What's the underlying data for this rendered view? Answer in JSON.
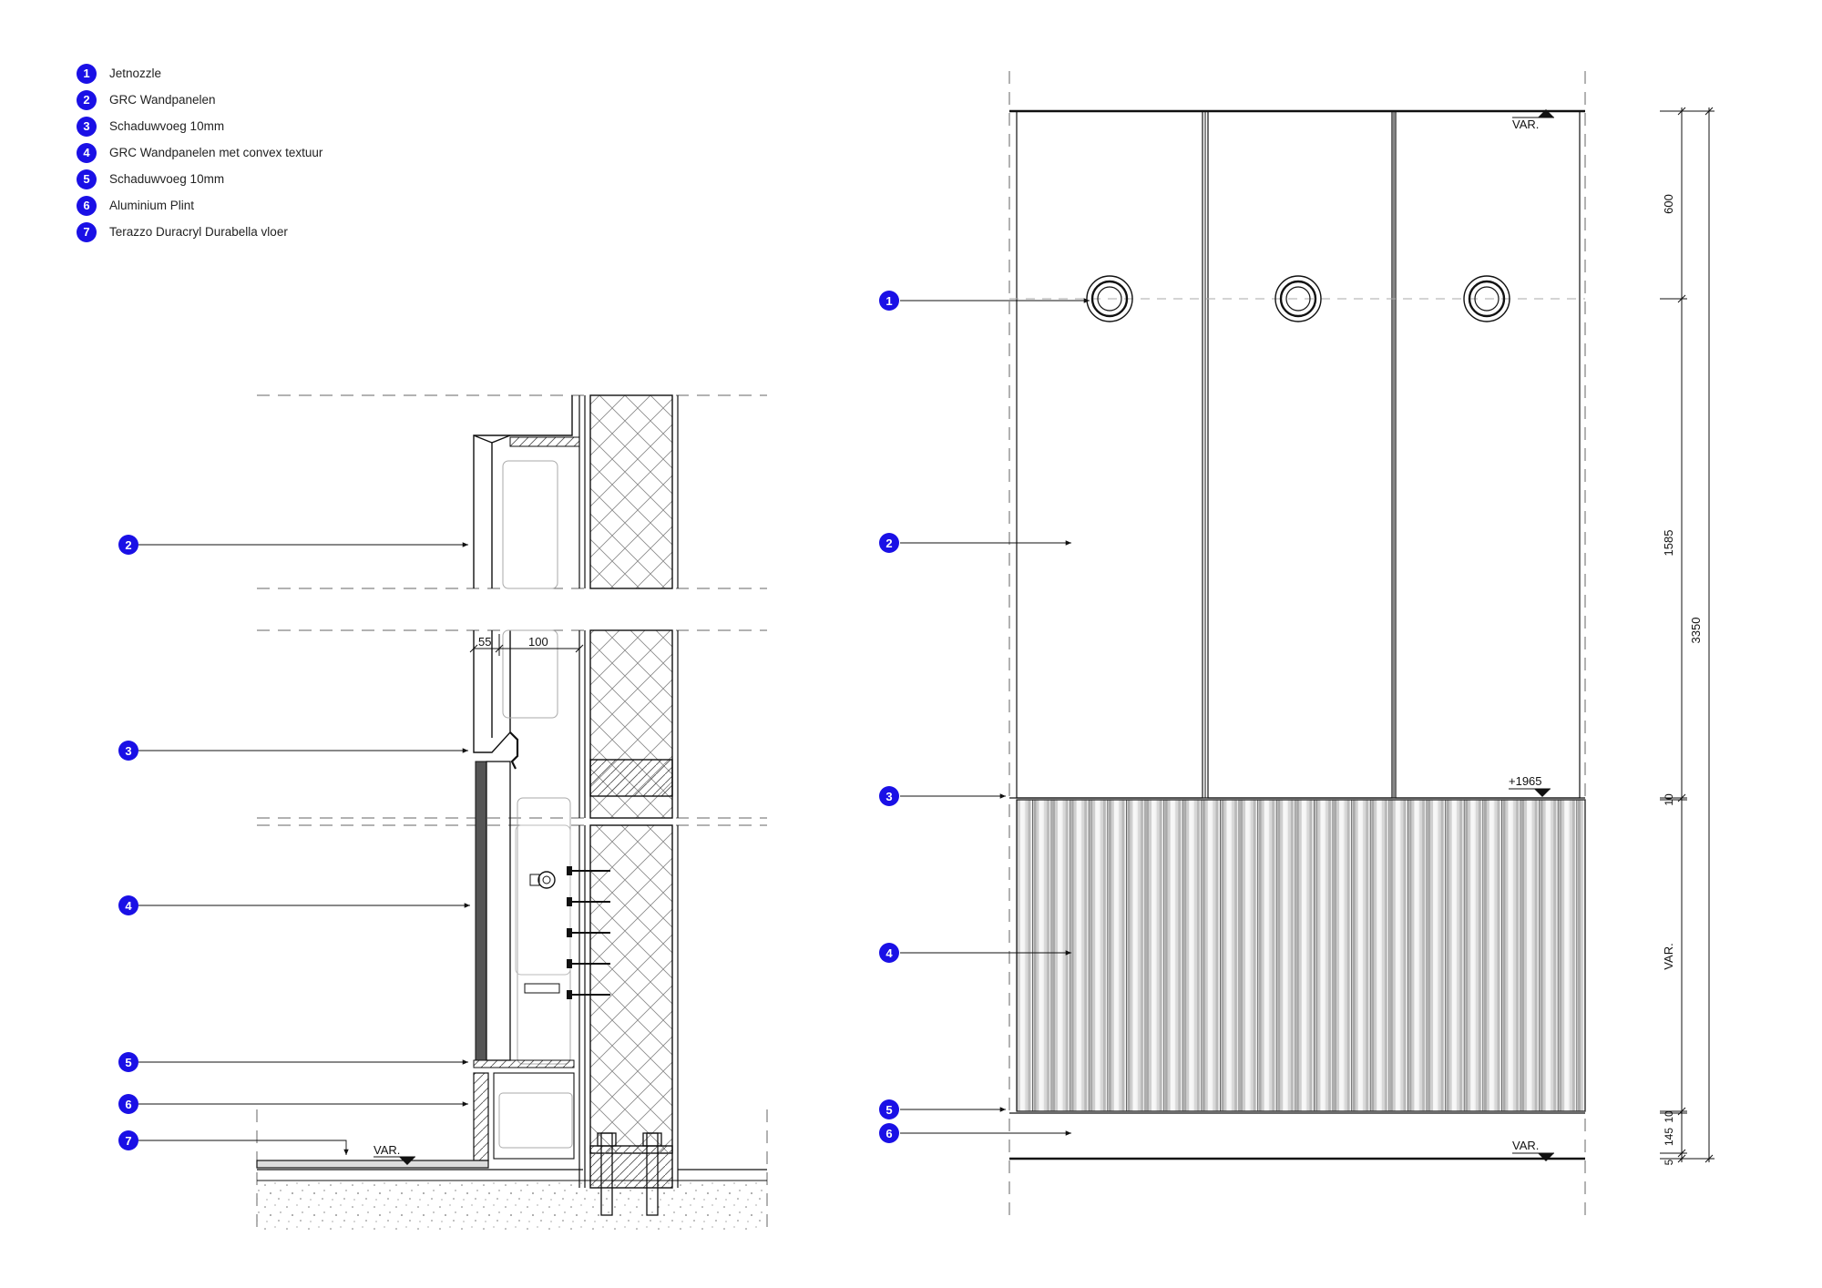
{
  "legend": [
    {
      "num": "1",
      "label": "Jetnozzle"
    },
    {
      "num": "2",
      "label": "GRC Wandpanelen"
    },
    {
      "num": "3",
      "label": "Schaduwvoeg 10mm"
    },
    {
      "num": "4",
      "label": "GRC Wandpanelen met convex textuur"
    },
    {
      "num": "5",
      "label": "Schaduwvoeg 10mm"
    },
    {
      "num": "6",
      "label": "Aluminium Plint"
    },
    {
      "num": "7",
      "label": "Terazzo Duracryl Durabella vloer"
    }
  ],
  "section": {
    "dim_55": "55",
    "dim_100": "100",
    "floor_var": "VAR.",
    "callouts": [
      "2",
      "3",
      "4",
      "5",
      "6",
      "7"
    ]
  },
  "elevation": {
    "top_var": "VAR.",
    "level_label": "+1965",
    "bottom_var": "VAR.",
    "callouts": [
      "1",
      "2",
      "3",
      "4",
      "5",
      "6"
    ],
    "dims": {
      "d600": "600",
      "d1585": "1585",
      "d3350": "3350",
      "d10a": "10",
      "dvar": "VAR.",
      "d145": "145",
      "d10b": "10",
      "d5": "5"
    }
  },
  "colors": {
    "badge": "#1a10e6",
    "line": "#111111"
  }
}
